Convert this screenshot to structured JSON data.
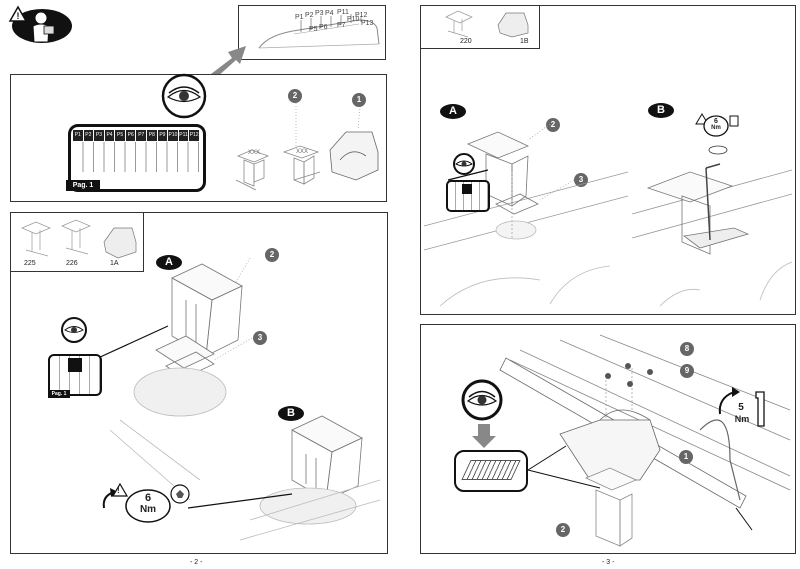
{
  "pages": {
    "left_number": "- 2 -",
    "right_number": "- 3 -"
  },
  "top_left": {
    "table_headers": [
      "P1",
      "P2",
      "P3",
      "P4",
      "P5",
      "P6",
      "P7",
      "P8",
      "P9",
      "P10",
      "P11",
      "P12"
    ],
    "table_tab": "Pag. 1",
    "badge_1": "1",
    "badge_2": "2",
    "label_xxx_a": "XXX",
    "label_xxx_b": "XXX",
    "car_labels": [
      "P1",
      "P2",
      "P3",
      "P4",
      "P5",
      "P6",
      "P7",
      "P10",
      "P11",
      "P12",
      "P13"
    ]
  },
  "bottom_left": {
    "part_labels": [
      "225",
      "226",
      "1A"
    ],
    "step_a": "A",
    "step_b": "B",
    "badge_2": "2",
    "badge_3": "3",
    "torque_value": "6",
    "torque_unit": "Nm",
    "mini_table_tab": "Pag. 1"
  },
  "top_right": {
    "part_labels": [
      "220",
      "1B"
    ],
    "step_a": "A",
    "step_b": "B",
    "badge_2": "2",
    "badge_3": "3",
    "torque_value": "6",
    "torque_unit": "Nm"
  },
  "bottom_right": {
    "badge_1": "1",
    "badge_2": "2",
    "badge_8": "8",
    "badge_9": "9",
    "torque_value": "5",
    "torque_unit": "Nm"
  }
}
